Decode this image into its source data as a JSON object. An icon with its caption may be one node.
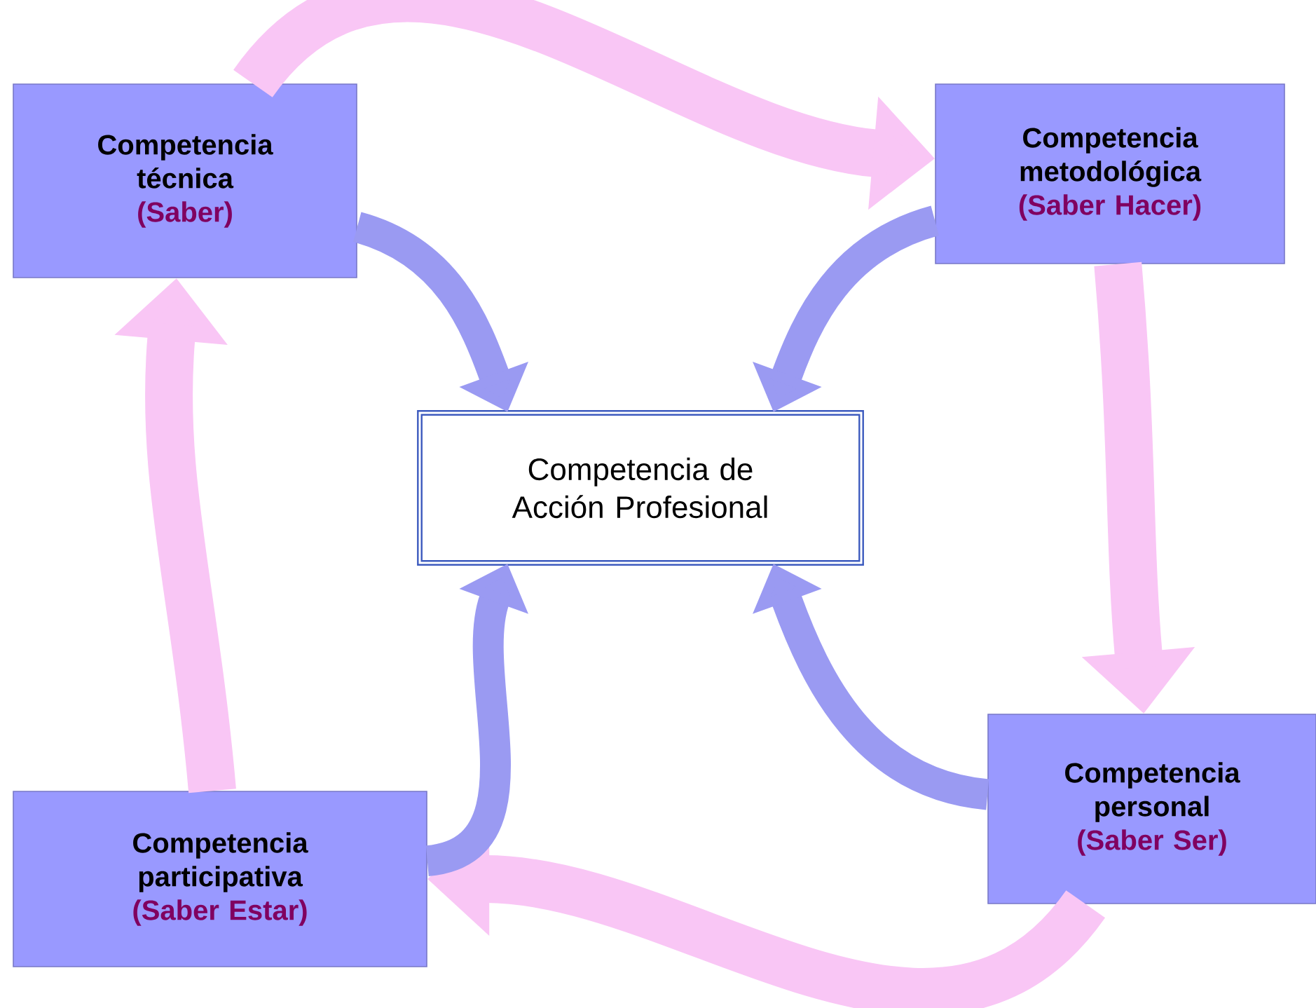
{
  "diagram": {
    "nodes": [
      {
        "text": [
          "Competencia técnica",
          "(Saber)"
        ]
      },
      {
        "text": [
          "Competencia metodológica",
          "(Saber Hacer)"
        ]
      },
      {
        "text": [
          "Competencia de Acción Profesional"
        ]
      },
      {
        "text": [
          "Competencia participativa",
          "(Saber Estar)"
        ]
      },
      {
        "text": [
          "Competencia personal",
          "(Saber Ser)"
        ]
      }
    ],
    "edges": [
      {
        "from": 0,
        "to": 1,
        "arrow": "to",
        "color": "#f9c6f5"
      },
      {
        "from": 1,
        "to": 4,
        "arrow": "to",
        "color": "#f9c6f5"
      },
      {
        "from": 4,
        "to": 3,
        "arrow": "to",
        "color": "#f9c6f5"
      },
      {
        "from": 3,
        "to": 0,
        "arrow": "to",
        "color": "#f9c6f5"
      },
      {
        "from": 0,
        "to": 2,
        "arrow": "to",
        "color": "#9a9af2"
      },
      {
        "from": 1,
        "to": 2,
        "arrow": "to",
        "color": "#9a9af2"
      },
      {
        "from": 4,
        "to": 2,
        "arrow": "to",
        "color": "#9a9af2"
      },
      {
        "from": 3,
        "to": 2,
        "arrow": "to",
        "color": "#9a9af2"
      }
    ]
  }
}
